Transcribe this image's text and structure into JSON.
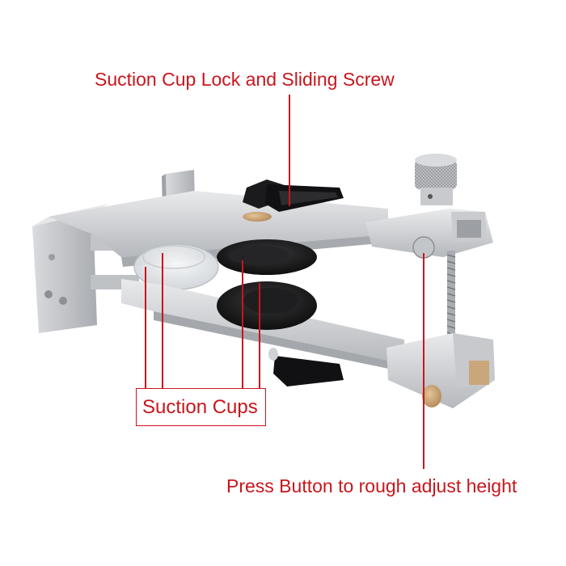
{
  "image": {
    "subject": "Aluminum suction cup separator / screen removal clamp tool",
    "background_color": "#ffffff",
    "accent_color": "#c8161d"
  },
  "annotations": {
    "top": {
      "text": "Suction Cup Lock and Sliding Screw"
    },
    "middle": {
      "text": "Suction Cups"
    },
    "bottom": {
      "text": "Press Button to rough adjust height"
    }
  }
}
